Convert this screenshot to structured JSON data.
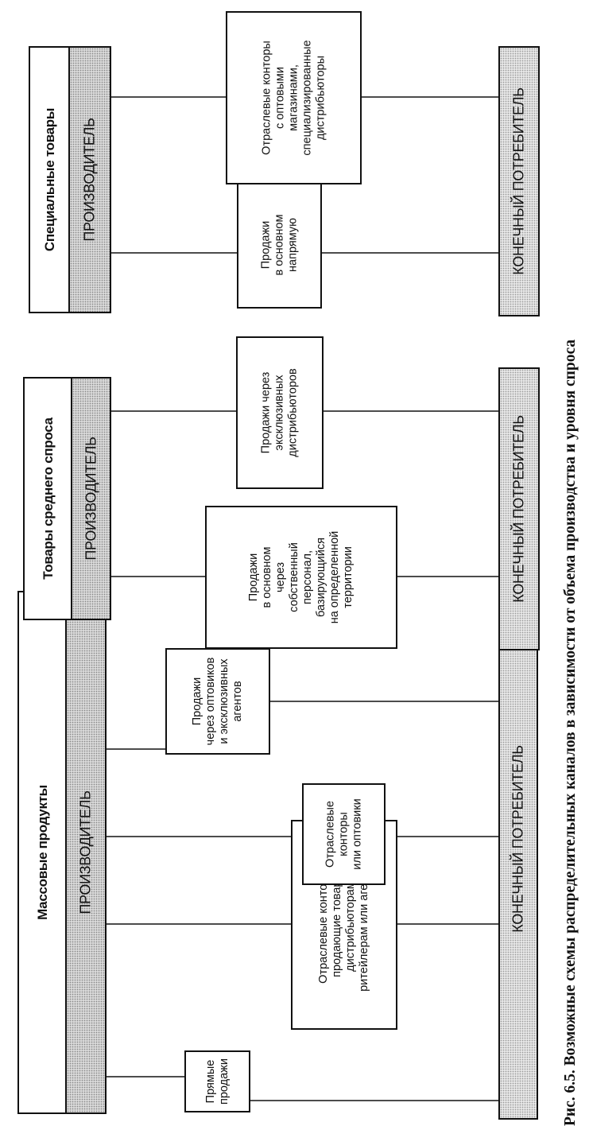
{
  "groups": [
    {
      "title": "Массовые продукты",
      "producer": "ПРОИЗВОДИТЕЛЬ",
      "consumer": "КОНЕЧНЫЙ ПОТРЕБИТЕЛЬ",
      "channels": [
        "Прямые\nпродажи",
        "Отраслевые конторы,\nпродающие товары\nдистрибьюторам,\nритейлерам или агентам",
        "Отраслевые\nконторы\nили оптовики",
        "Продажи\nчерез оптовиков\nи эксклюзивных\nагентов"
      ]
    },
    {
      "title": "Товары среднего спроса",
      "producer": "ПРОИЗВОДИТЕЛЬ",
      "consumer": "КОНЕЧНЫЙ ПОТРЕБИТЕЛЬ",
      "channels": [
        "Продажи\nв основном\nчерез\nсобственный\nперсонал,\nбазирующийся\nна определенной\nтерритории",
        "Продажи через\nэксклюзивных\nдистрибьюторов"
      ]
    },
    {
      "title": "Специальные товары",
      "producer": "ПРОИЗВОДИТЕЛЬ",
      "consumer": "КОНЕЧНЫЙ ПОТРЕБИТЕЛЬ",
      "channels": [
        "Продажи\nв основном\nнапрямую",
        "Отраслевые конторы\nс оптовыми\nмагазинами,\nспециализированные\nдистрибьюторы"
      ]
    }
  ],
  "caption": "Рис. 6.5. Возможные схемы распределительных каналов в зависимости от объема производства и уровня спроса"
}
